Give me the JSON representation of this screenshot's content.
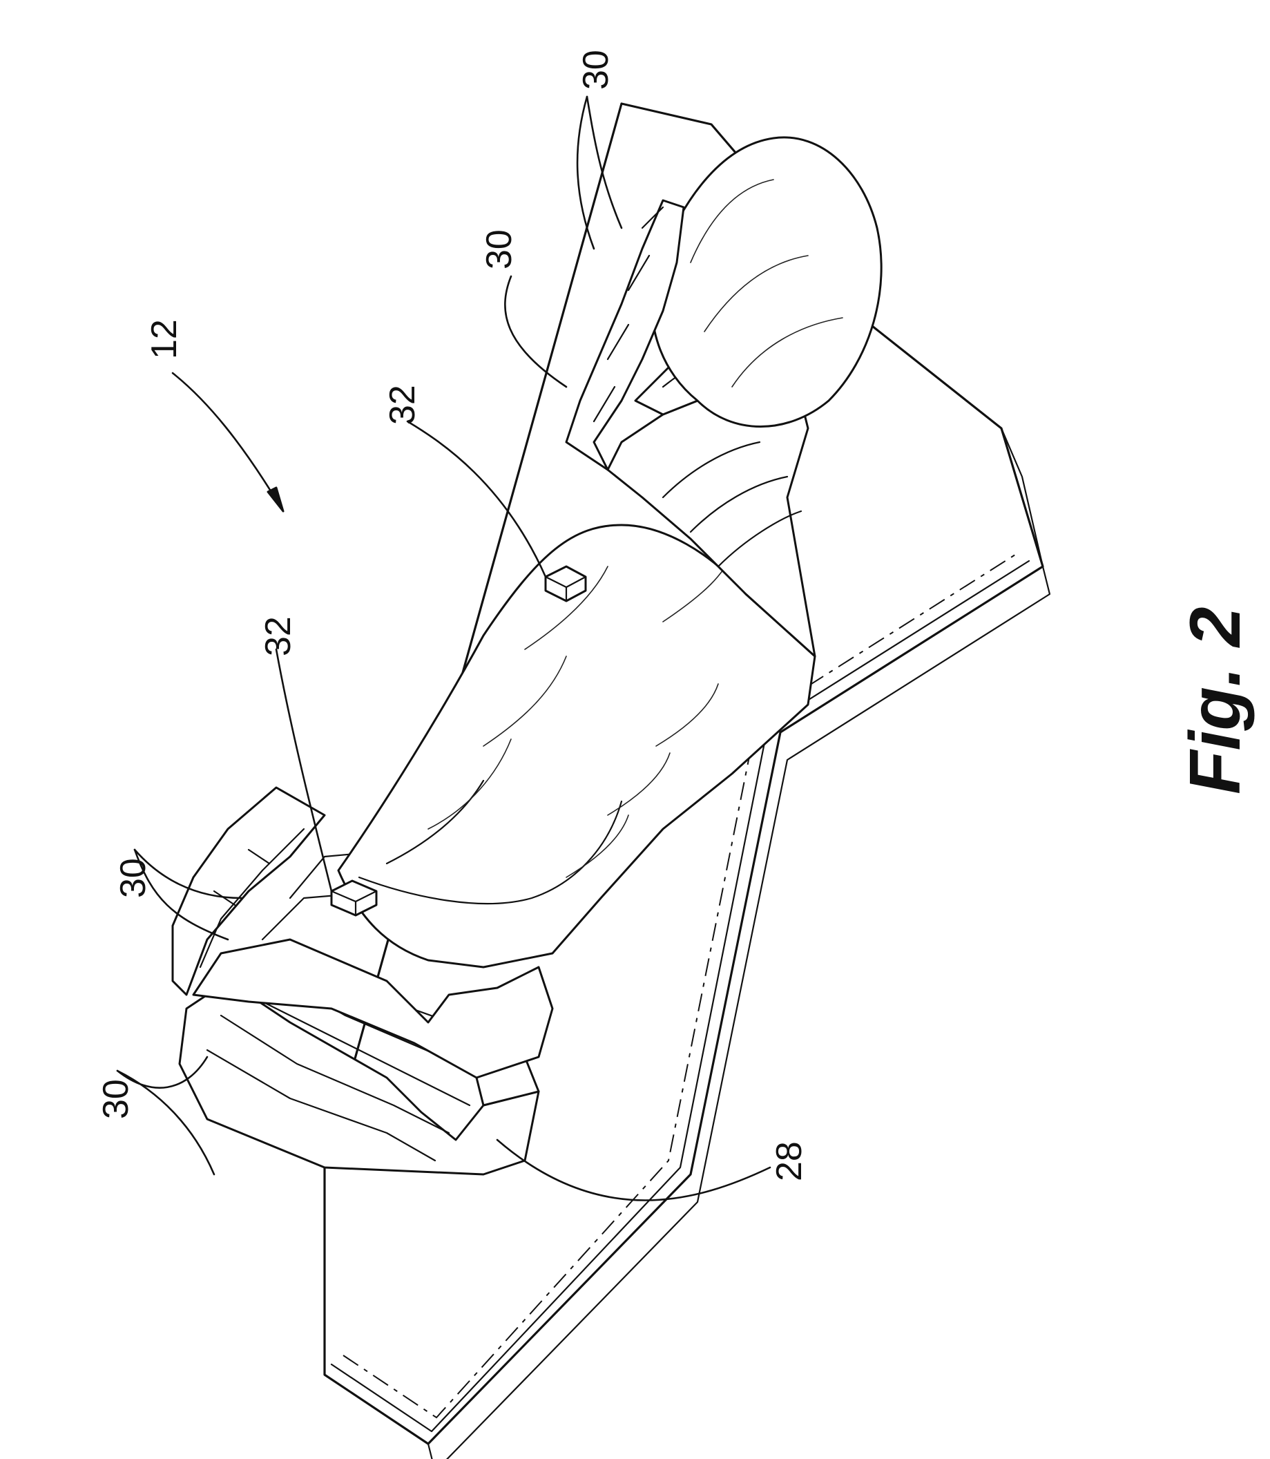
{
  "figure": {
    "caption": "Fig. 2"
  },
  "labels": {
    "assembly": "12",
    "clip_upper": "32",
    "clip_lower": "32",
    "base": "28",
    "ridge_top_a": "30",
    "ridge_top_b": "30",
    "ridge_mid": "30",
    "ridge_left_a": "30",
    "ridge_left_b": "30"
  }
}
